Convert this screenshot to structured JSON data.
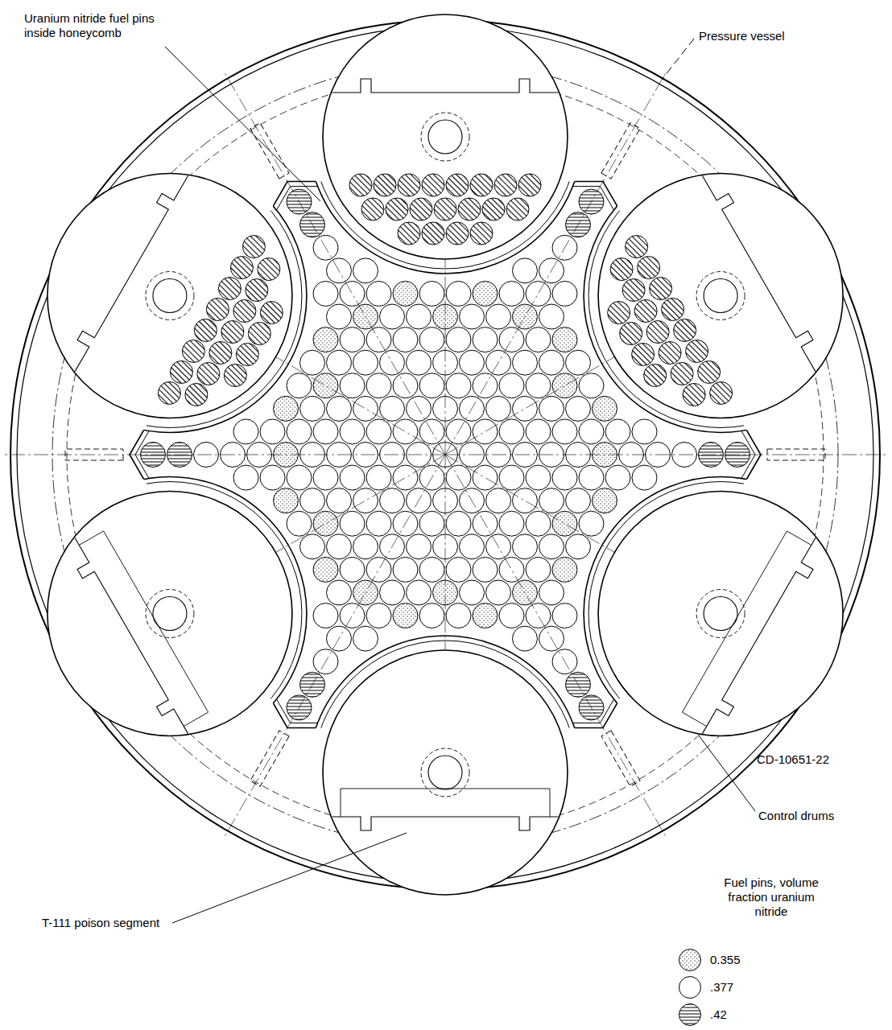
{
  "diagram": {
    "labels": [
      "Uranium nitride fuel pins inside honeycomb",
      "Pressure vessel",
      "Control drums",
      "T-111 poison segment",
      "CD-10651-22",
      "Fuel pins, volume fraction uranium nitride"
    ],
    "legend": [
      {
        "text": "0.355"
      },
      {
        "text": ".377"
      },
      {
        "text": ".42"
      }
    ]
  }
}
